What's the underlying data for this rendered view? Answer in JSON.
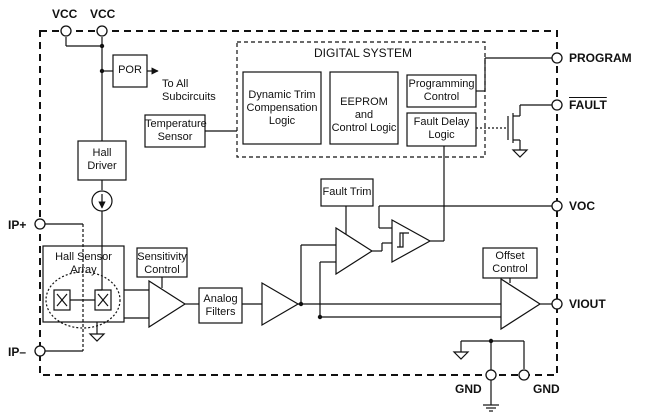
{
  "pins": {
    "vcc_left": "VCC",
    "vcc_right": "VCC",
    "program": "PROGRAM",
    "fault": "FAULT",
    "voc": "VOC",
    "viout": "VIOUT",
    "ip_plus": "IP+",
    "ip_minus": "IP–",
    "gnd_left": "GND",
    "gnd_right": "GND"
  },
  "blocks": {
    "por": "POR",
    "to_all": "To All\nSubcircuits",
    "digital_system": "DIGITAL SYSTEM",
    "dynamic_trim": "Dynamic Trim\nCompensation\nLogic",
    "eeprom": "EEPROM and\nControl Logic",
    "programming_control": "Programming\nControl",
    "fault_delay": "Fault Delay\nLogic",
    "temperature_sensor": "Temperature\nSensor",
    "hall_driver": "Hall\nDriver",
    "fault_trim": "Fault Trim",
    "hall_sensor_array": "Hall Sensor Array",
    "sensitivity_control": "Sensitivity\nControl",
    "analog_filters": "Analog\nFilters",
    "offset_control": "Offset\nControl"
  }
}
